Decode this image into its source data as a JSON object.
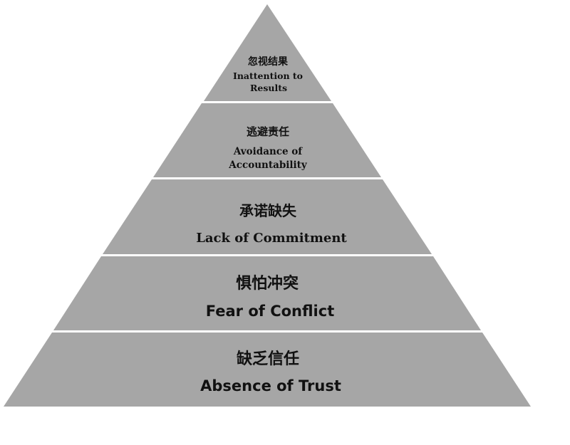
{
  "pyramid": {
    "fill_color": "#a6a6a6",
    "separator_color": "#ffffff",
    "text_color": "#111111",
    "tiers": [
      {
        "id": "results",
        "cn": "忽视结果",
        "en_lines": [
          "Inattention to",
          "Results"
        ]
      },
      {
        "id": "accountability",
        "cn": "逃避责任",
        "en_lines": [
          "Avoidance of",
          "Accountability"
        ]
      },
      {
        "id": "commitment",
        "cn": "承诺缺失",
        "en_lines": [
          "Lack of Commitment"
        ]
      },
      {
        "id": "conflict",
        "cn": "惧怕冲突",
        "en_lines": [
          "Fear of Conflict"
        ]
      },
      {
        "id": "trust",
        "cn": "缺乏信任",
        "en_lines": [
          "Absence of Trust"
        ]
      }
    ]
  }
}
